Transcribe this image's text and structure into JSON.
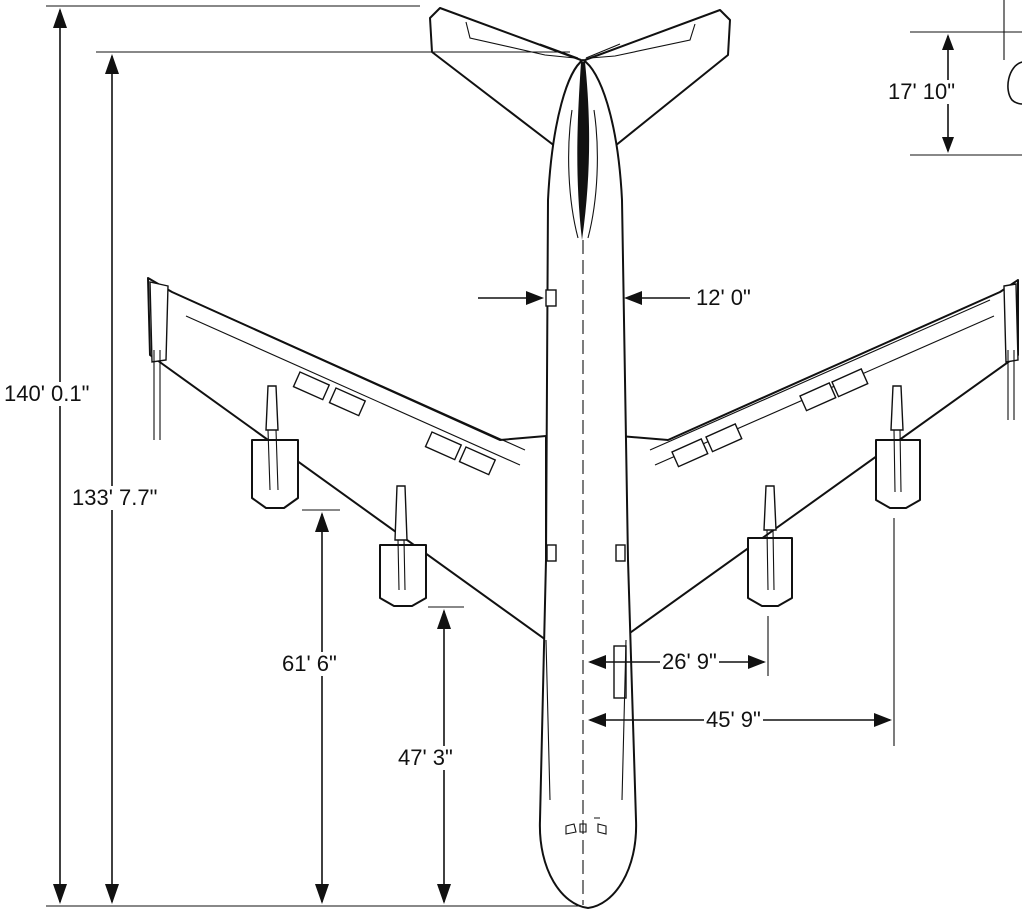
{
  "dimensions": {
    "overall_length": "140' 0.1\"",
    "tail_span_length": "133' 7.7\"",
    "tail_height": "17' 10\"",
    "fuselage_width": "12' 0\"",
    "outer_engine_station": "61' 6\"",
    "inner_engine_station": "47' 3\"",
    "inner_engine_offset": "26' 9\"",
    "outer_engine_offset": "45' 9\""
  },
  "colors": {
    "line": "#111111",
    "background": "#ffffff"
  }
}
